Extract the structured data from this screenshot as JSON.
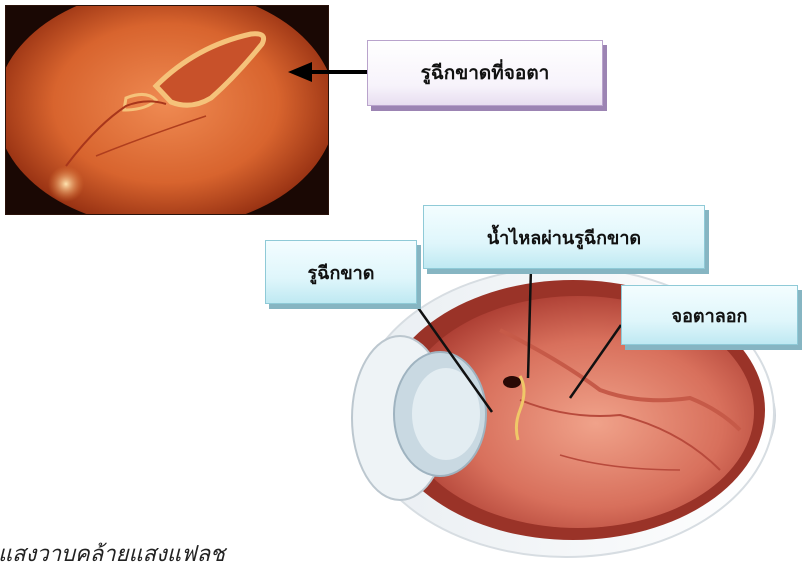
{
  "labels": {
    "retinal_tear_photo": "รูฉีกขาดที่จอตา",
    "fluid_through_tear": "น้ำไหลผ่านรูฉีกขาด",
    "tear": "รูฉีกขาด",
    "retinal_detachment": "จอตาลอก"
  },
  "caption": "แสงวาบคล้ายแสงแฟลช",
  "colors": {
    "purple_callout_border": "#9c84b3",
    "cyan_callout_border": "#86b5c2",
    "fundus_orange": "#d8642e",
    "eye_red": "#b6453a"
  },
  "icons": [
    "arrow-left-icon"
  ]
}
